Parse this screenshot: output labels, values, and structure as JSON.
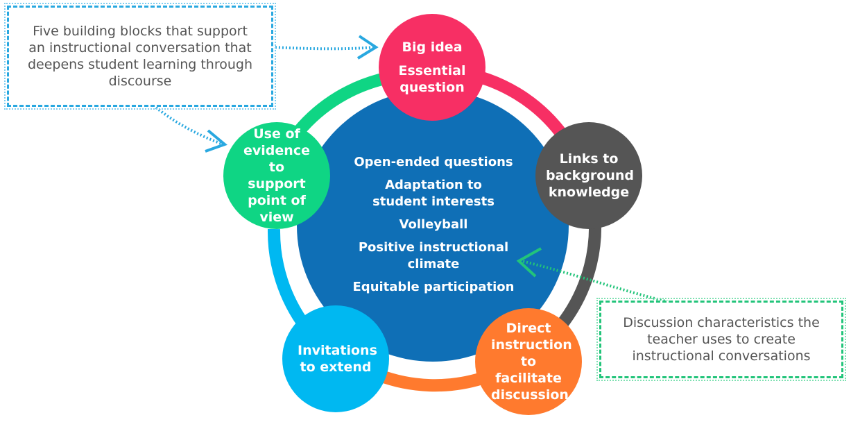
{
  "callouts": {
    "left": "Five building blocks that support an instructional conversation that deepens student learning through discourse",
    "right": "Discussion characteristics the teacher uses to create instructional conversations"
  },
  "nodes": {
    "big_idea": {
      "line1": "Big idea",
      "line2": "Essential question",
      "color": "#f72f64"
    },
    "links": {
      "label": "Links to background knowledge",
      "color": "#555555"
    },
    "direct": {
      "label": "Direct instruction to facilitate discussion",
      "color": "#ff7a2e"
    },
    "invitations": {
      "label": "Invitations to extend",
      "color": "#00b8f1"
    },
    "evidence": {
      "label": "Use of evidence to support point of view",
      "color": "#0fd584"
    }
  },
  "center": {
    "color": "#0f6fb6",
    "items": [
      "Open-ended questions",
      "Adaptation to student interests",
      "Volleyball",
      "Positive instructional climate",
      "Equitable participation"
    ]
  }
}
